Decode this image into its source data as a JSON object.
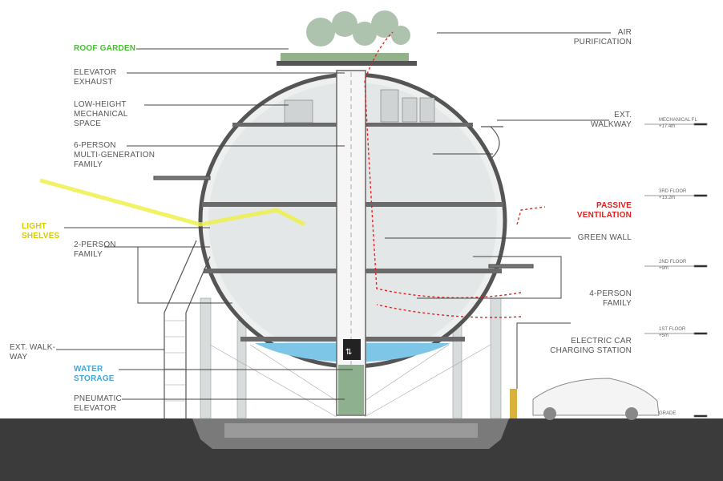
{
  "labels_left": {
    "roof_garden": "ROOF GARDEN",
    "elevator_exhaust": [
      "ELEVATOR",
      "EXHAUST"
    ],
    "mechanical_space": [
      "LOW-HEIGHT",
      "MECHANICAL",
      "SPACE"
    ],
    "six_person_family": [
      "6-PERSON",
      "MULTI-GENERATION",
      "FAMILY"
    ],
    "light_shelves": [
      "LIGHT",
      "SHELVES"
    ],
    "two_person_family": [
      "2-PERSON",
      "FAMILY"
    ],
    "ext_walkway": [
      "EXT. WALK-",
      "WAY"
    ],
    "water_storage": [
      "WATER",
      "STORAGE"
    ],
    "pneumatic_elevator": [
      "PNEUMATIC",
      "ELEVATOR"
    ]
  },
  "labels_right": {
    "air_purification": [
      "AIR",
      "PURIFICATION"
    ],
    "ext_walkway": [
      "EXT.",
      "WALKWAY"
    ],
    "passive_ventilation": [
      "PASSIVE",
      "VENTILATION"
    ],
    "green_wall": "GREEN WALL",
    "four_person_family": [
      "4-PERSON",
      "FAMILY"
    ],
    "ev_charging": [
      "ELECTRIC CAR",
      "CHARGING STATION"
    ]
  },
  "floor_levels": [
    {
      "name": "MECHANICAL FL",
      "elevation": "+17.4m"
    },
    {
      "name": "3RD FLOOR",
      "elevation": "+13.2m"
    },
    {
      "name": "2ND FLOOR",
      "elevation": "+9m"
    },
    {
      "name": "1ST FLOOR",
      "elevation": "+5m"
    },
    {
      "name": "GRADE",
      "elevation": ""
    }
  ],
  "colors": {
    "roof_garden": "#45c12f",
    "light_shelves": "#e4d800",
    "water_storage": "#3fa7dc",
    "passive_ventilation": "#e02222",
    "ground": "#3b3b3b"
  }
}
